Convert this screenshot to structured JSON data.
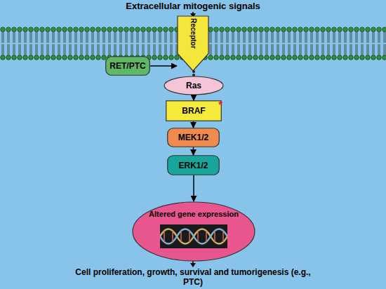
{
  "diagram": {
    "title": "Extracellular mitogenic signals",
    "caption": "Cell proliferation, growth, survival and tumorigenesis (e.g., PTC)",
    "nodes": [
      {
        "text": [
          "Receptor"
        ]
      },
      {
        "text": [
          "RET/PTC"
        ]
      },
      {
        "text": [
          "Ras"
        ]
      },
      {
        "text": [
          "BRAF",
          "*"
        ]
      },
      {
        "text": [
          "MEK1/2"
        ]
      },
      {
        "text": [
          "ERK1/2"
        ]
      },
      {
        "text": [
          "Altered gene expression"
        ]
      }
    ],
    "edges": [
      {
        "from": 1,
        "to": 0,
        "arrow": "to"
      },
      {
        "from": 0,
        "to": 2,
        "arrow": "none"
      },
      {
        "from": 2,
        "to": 3,
        "arrow": "to"
      },
      {
        "from": 3,
        "to": 4,
        "arrow": "to"
      },
      {
        "from": 4,
        "to": 5,
        "arrow": "to"
      },
      {
        "from": 5,
        "to": 6,
        "arrow": "to"
      }
    ]
  }
}
